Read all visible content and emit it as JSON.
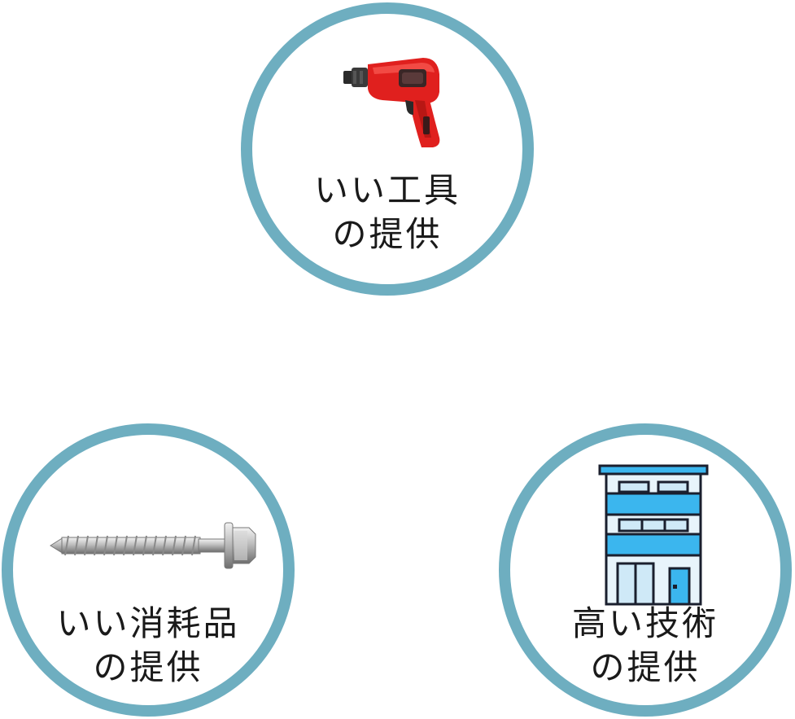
{
  "badges": [
    {
      "id": "tools",
      "icon": "power-drill-icon",
      "line1": "いい工具",
      "line2": "の提供"
    },
    {
      "id": "consumables",
      "icon": "screw-icon",
      "line1": "いい消耗品",
      "line2": "の提供"
    },
    {
      "id": "skills",
      "icon": "building-icon",
      "line1": "高い技術",
      "line2": "の提供"
    }
  ],
  "colors": {
    "ring": "#6eaec0",
    "drill_red": "#e0201e",
    "building_blue": "#3bb6ee",
    "text": "#1a1a1a"
  }
}
